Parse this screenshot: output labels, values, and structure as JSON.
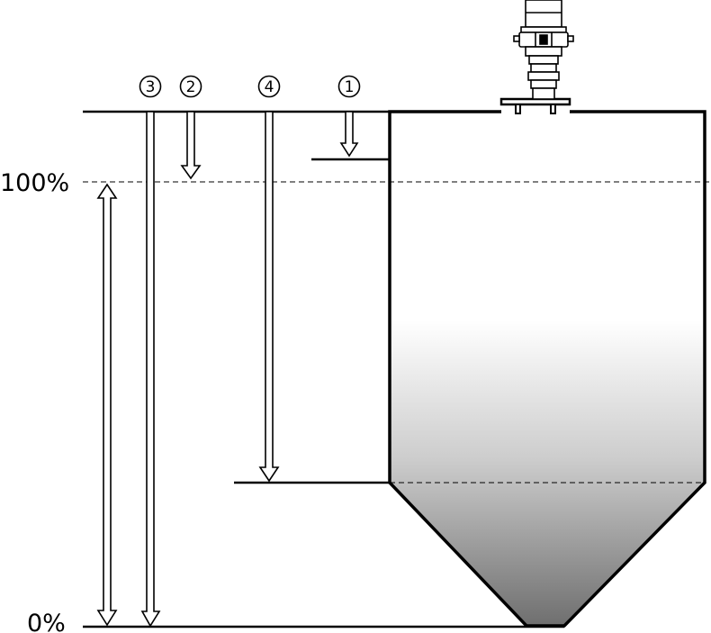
{
  "scale": {
    "top_label": "100%",
    "bottom_label": "0%"
  },
  "markers": {
    "m1": "1",
    "m2": "2",
    "m3": "3",
    "m4": "4"
  },
  "colors": {
    "line": "#000000",
    "medium_dark": "#777777",
    "medium_light": "#ffffff"
  }
}
